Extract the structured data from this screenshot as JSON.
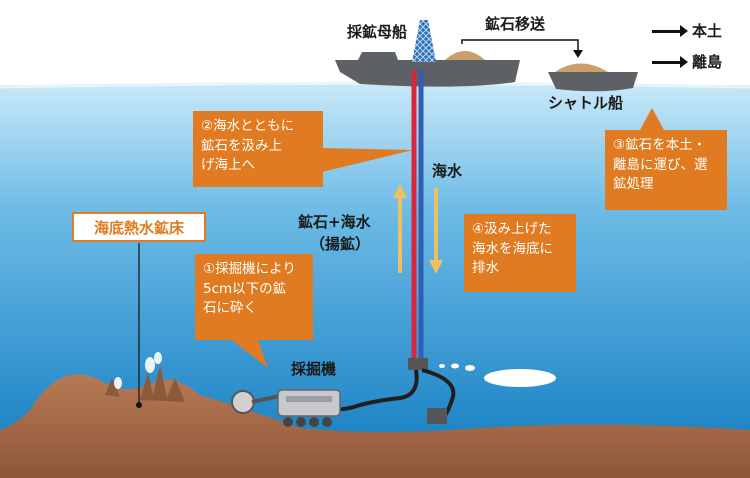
{
  "labels": {
    "mother_ship": "採鉱母船",
    "ore_transfer": "鉱石移送",
    "shuttle_ship": "シャトル船",
    "mainland": "本土",
    "island": "離島",
    "seawater": "海水",
    "ore_seawater_1": "鉱石+海水",
    "ore_seawater_2": "（揚鉱）",
    "excavator": "採掘機",
    "deposit": "海底熱水鉱床"
  },
  "callouts": {
    "c1": [
      "①採掘機により",
      "5cm以下の鉱",
      "石に砕く"
    ],
    "c2": [
      "②海水とともに",
      "鉱石を汲み上",
      "げ海上へ"
    ],
    "c3": [
      "③鉱石を本土・",
      "離島に運び、選",
      "鉱処理"
    ],
    "c4": [
      "④汲み上げた",
      "海水を海底に",
      "排水"
    ]
  },
  "colors": {
    "callout": "#e07b22",
    "sea_top": "#bfe3f5",
    "sea_bottom": "#1c84c6",
    "seabed": "#a86d4b",
    "riser_red": "#d7263d",
    "riser_blue": "#2f5fb3",
    "flow_arrow": "#f0c060"
  }
}
